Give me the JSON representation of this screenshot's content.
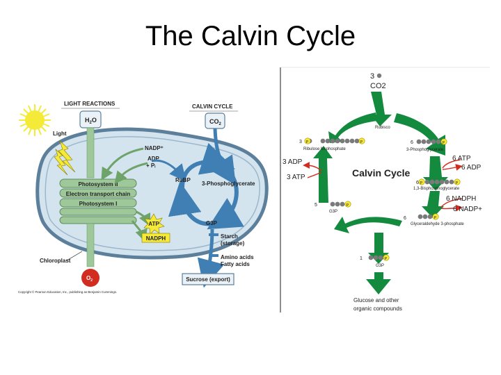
{
  "title": "The Calvin Cycle",
  "left_figure": {
    "light_reactions": "LIGHT REACTIONS",
    "calvin_cycle": "CALVIN CYCLE",
    "h2o_h": "H",
    "h2o_sub": "2",
    "h2o_o": "O",
    "co2_co": "CO",
    "co2_sub": "2",
    "light": "Light",
    "nadp": "NADP⁺",
    "adp": "ADP",
    "pi": "+ Pᵢ",
    "rubp": "RuBP",
    "three_pg": "3-Phosphoglycerate",
    "ps2": "Photosystem II",
    "etc": "Electron transport chain",
    "ps1": "Photosystem I",
    "atp": "ATP",
    "nadph": "NADPH",
    "g3p": "G3P",
    "starch": "Starch",
    "storage": "(storage)",
    "amino": "Amino acids",
    "fatty": "Fatty acids",
    "chloroplast": "Chloroplast",
    "o2_o": "O",
    "o2_sub": "2",
    "sucrose": "Sucrose (export)",
    "copyright": "Copyright © Pearson Education, Inc., publishing as Benjamin Cummings."
  },
  "right_figure": {
    "co2_num": "3",
    "co2": "CO2",
    "rubisco": "Rubisco",
    "n3": "3",
    "rubp_label": "Ribulose bisphosphate",
    "n6": "6",
    "pg_label": "3-Phosphoglycerate",
    "atp6": "6 ATP",
    "adp6": "6 ADP",
    "adp3": "3 ADP",
    "atp3": "3 ATP",
    "calvin": "Calvin Cycle",
    "n6b": "6",
    "bpg_label": "1,3-Bisphosphoglycerate",
    "nadph6": "6 NADPH",
    "nadp6": "6 NADP+",
    "n5": "5",
    "g3p_small": "G3P",
    "n6c": "6",
    "gap_label": "Glyceraldehyde 3-phosphate",
    "n1": "1",
    "g3p_out": "G3P",
    "glucose1": "Glucose and other",
    "glucose2": "organic compounds",
    "p": "P"
  },
  "colors": {
    "membrane": "#5c7f9c",
    "stroma": "#d4e4ef",
    "thylakoid": "#9ec79a",
    "arrow_blue": "#3f7fb3",
    "green_cycle": "#138a3e",
    "red": "#d22b1f",
    "yellow": "#f4ea37",
    "gray_circle": "#7a7a7a"
  }
}
